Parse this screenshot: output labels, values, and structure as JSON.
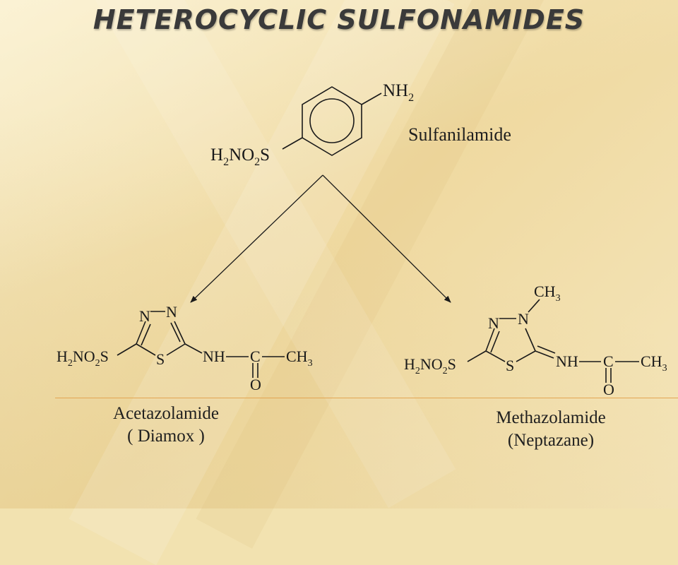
{
  "slide": {
    "title": "HETEROCYCLIC  SULFONAMIDES"
  },
  "sulfanilamide": {
    "name": "Sulfanilamide",
    "amine_group": "NH",
    "amine_sub": "2",
    "sulfonamide_parts": [
      "H",
      "2",
      "NO",
      "2",
      "S"
    ]
  },
  "acetazolamide": {
    "name": "Acetazolamide",
    "trade_name": "( Diamox )",
    "ring_atoms": {
      "n1": "N",
      "n2": "N",
      "s": "S"
    },
    "sulfonamide_parts": [
      "H",
      "2",
      "NO",
      "2",
      "S"
    ],
    "amide_nh": "NH",
    "carbonyl_c": "C",
    "carbonyl_o": "O",
    "methyl": "CH",
    "methyl_sub": "3"
  },
  "methazolamide": {
    "name": "Methazolamide",
    "trade_name": "(Neptazane)",
    "ring_atoms": {
      "n1": "N",
      "n2": "N",
      "s": "S"
    },
    "n_methyl": "CH",
    "n_methyl_sub": "3",
    "sulfonamide_parts": [
      "H",
      "2",
      "NO",
      "2",
      "S"
    ],
    "imine_nh": "NH",
    "carbonyl_c": "C",
    "carbonyl_o": "O",
    "methyl": "CH",
    "methyl_sub": "3"
  },
  "colors": {
    "background": "#f2e2b0",
    "title_text": "#3a3a3a",
    "rule_line": "#e3a552",
    "bond": "#1a1a1a"
  }
}
